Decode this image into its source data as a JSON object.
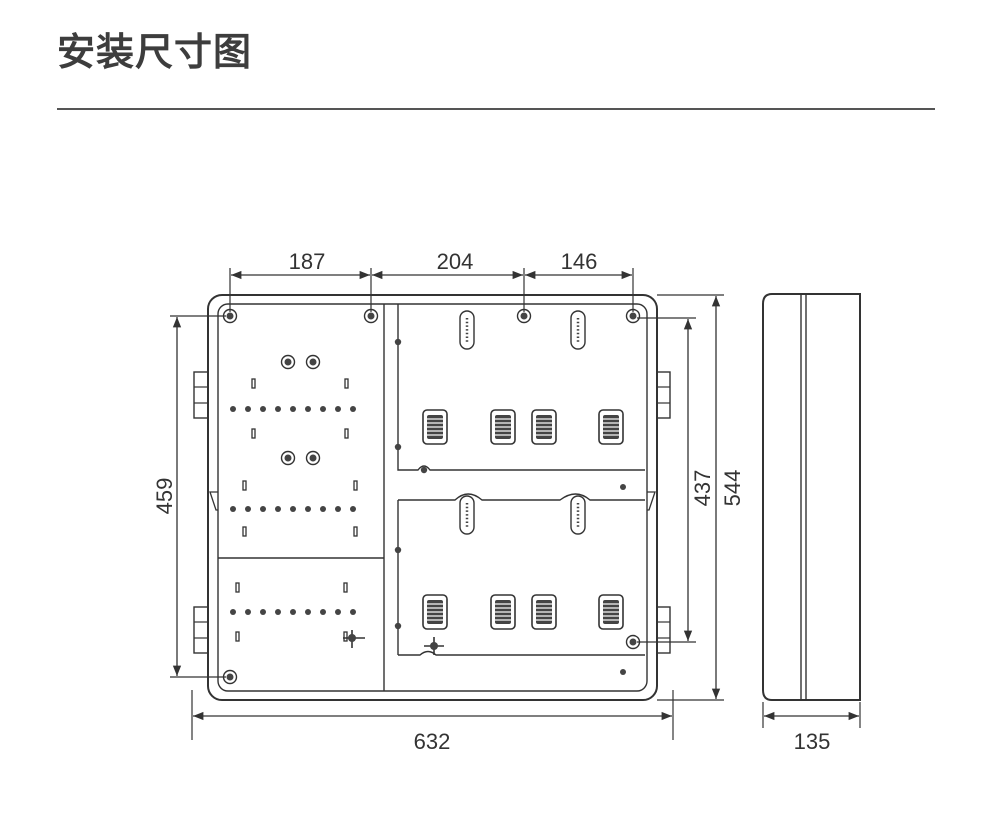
{
  "page": {
    "title": "安装尺寸图"
  },
  "dimensions": {
    "top_left": "187",
    "top_middle": "204",
    "top_right": "146",
    "left_height": "459",
    "right_inner_height": "437",
    "right_outer_height": "544",
    "bottom_width": "632",
    "side_depth": "135"
  }
}
